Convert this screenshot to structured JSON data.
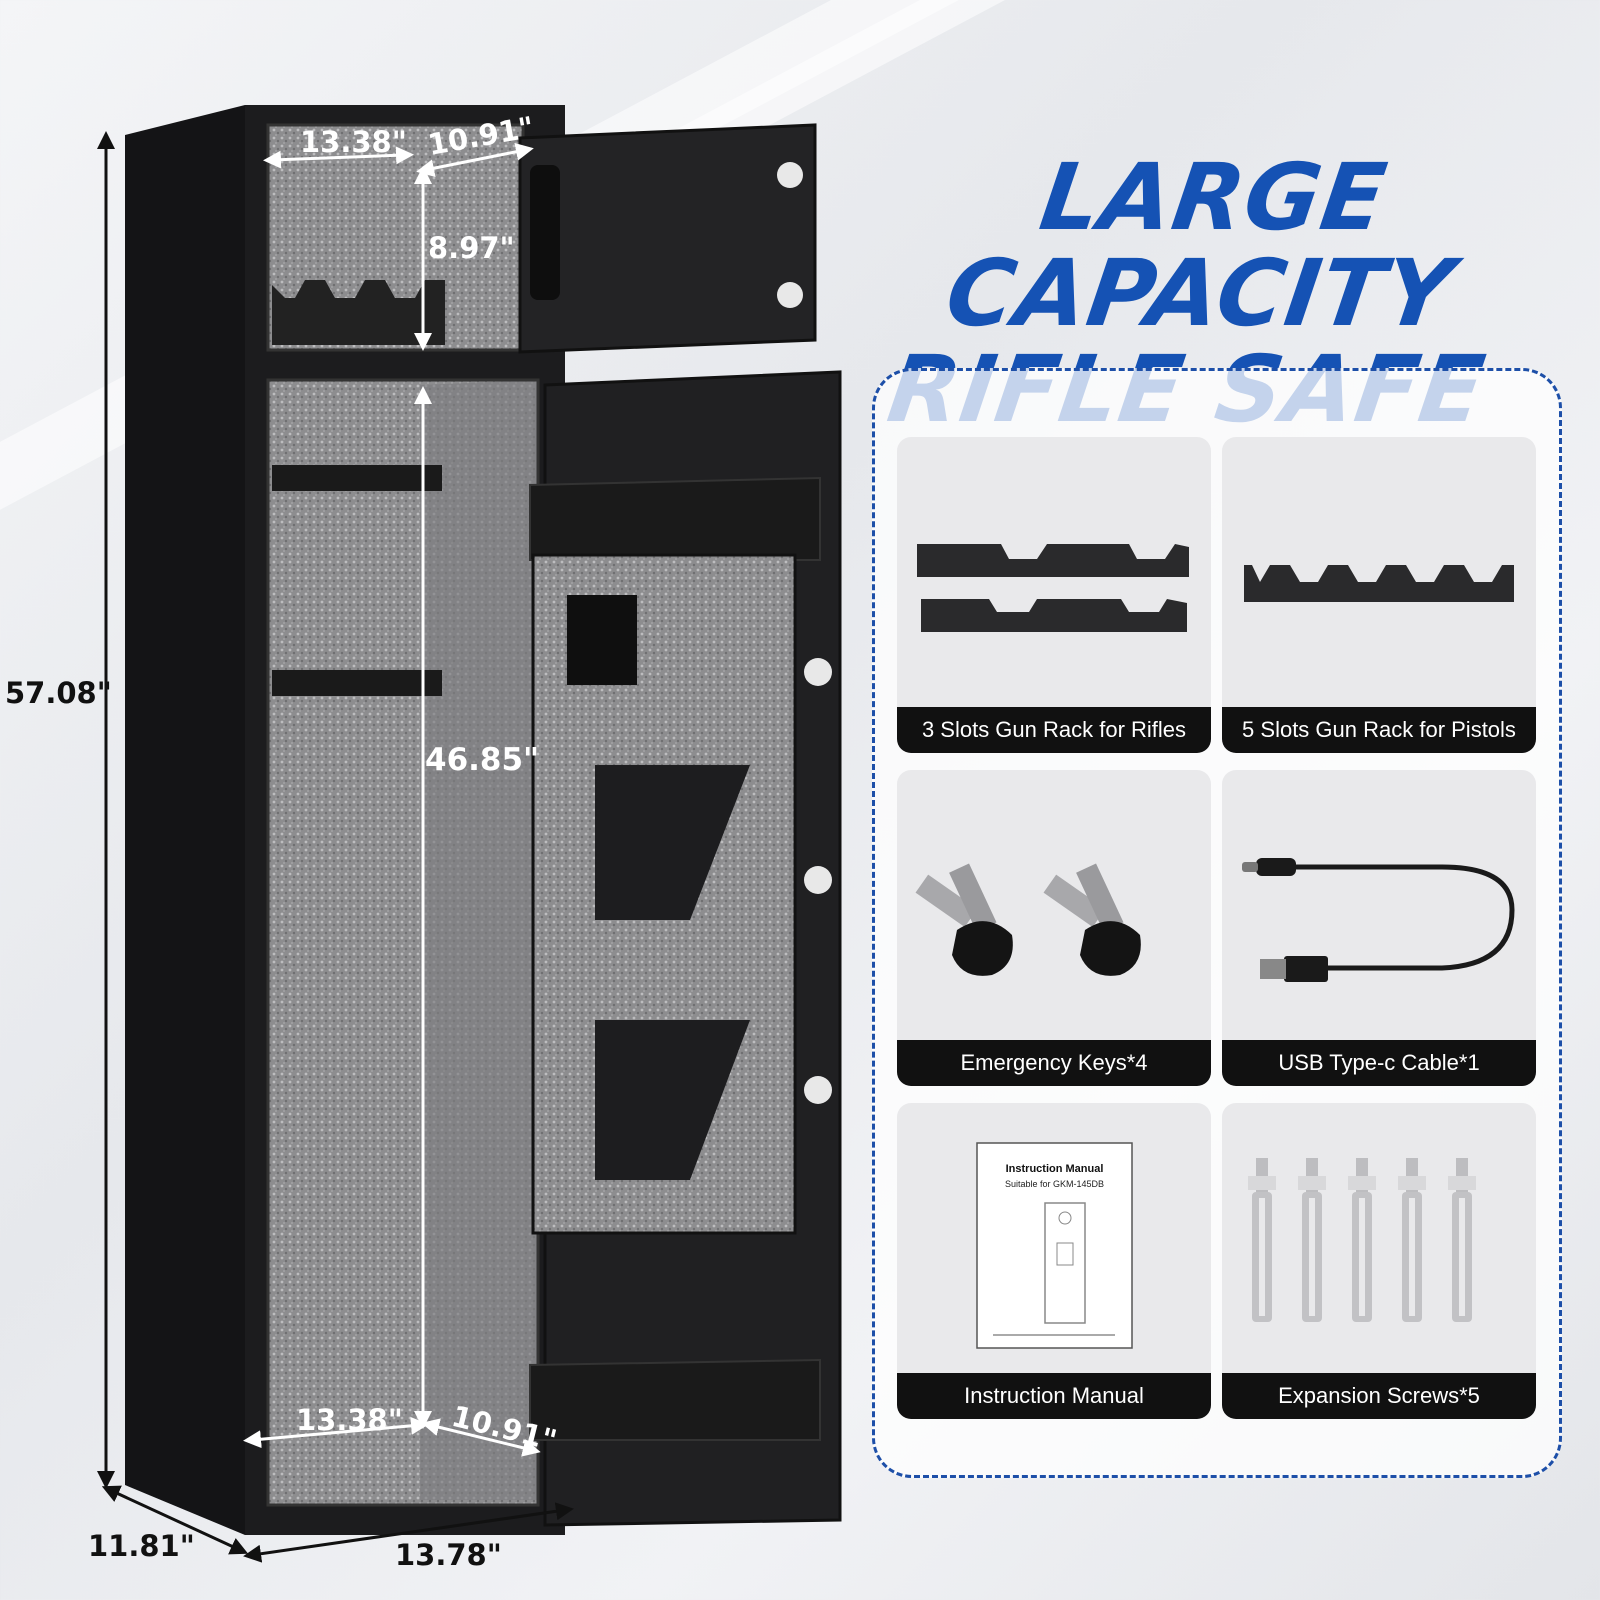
{
  "title": {
    "line1": "LARGE CAPACITY",
    "line2": "RIFLE SAFE"
  },
  "colors": {
    "brand_blue": "#1552b4",
    "label_bg": "#111111",
    "safe_body": "#1c1c1e"
  },
  "dimensions": {
    "top_width": "13.38\"",
    "top_depth": "10.91\"",
    "top_height": "8.97\"",
    "inner_height": "46.85\"",
    "bottom_width": "13.38\"",
    "bottom_depth": "10.91\"",
    "overall_height": "57.08\"",
    "base_depth": "11.81\"",
    "base_width": "13.78\""
  },
  "accessories": [
    {
      "label": "3 Slots Gun Rack for Rifles",
      "icon": "rifle-rack-icon"
    },
    {
      "label": "5 Slots Gun Rack for Pistols",
      "icon": "pistol-rack-icon"
    },
    {
      "label": "Emergency Keys*4",
      "icon": "keys-icon"
    },
    {
      "label": "USB Type-c Cable*1",
      "icon": "usb-cable-icon"
    },
    {
      "label": "Instruction Manual",
      "icon": "manual-icon"
    },
    {
      "label": "Expansion Screws*5",
      "icon": "screws-icon"
    }
  ],
  "manual": {
    "title": "Instruction Manual",
    "subtitle": "Suitable for GKM-145DB"
  }
}
